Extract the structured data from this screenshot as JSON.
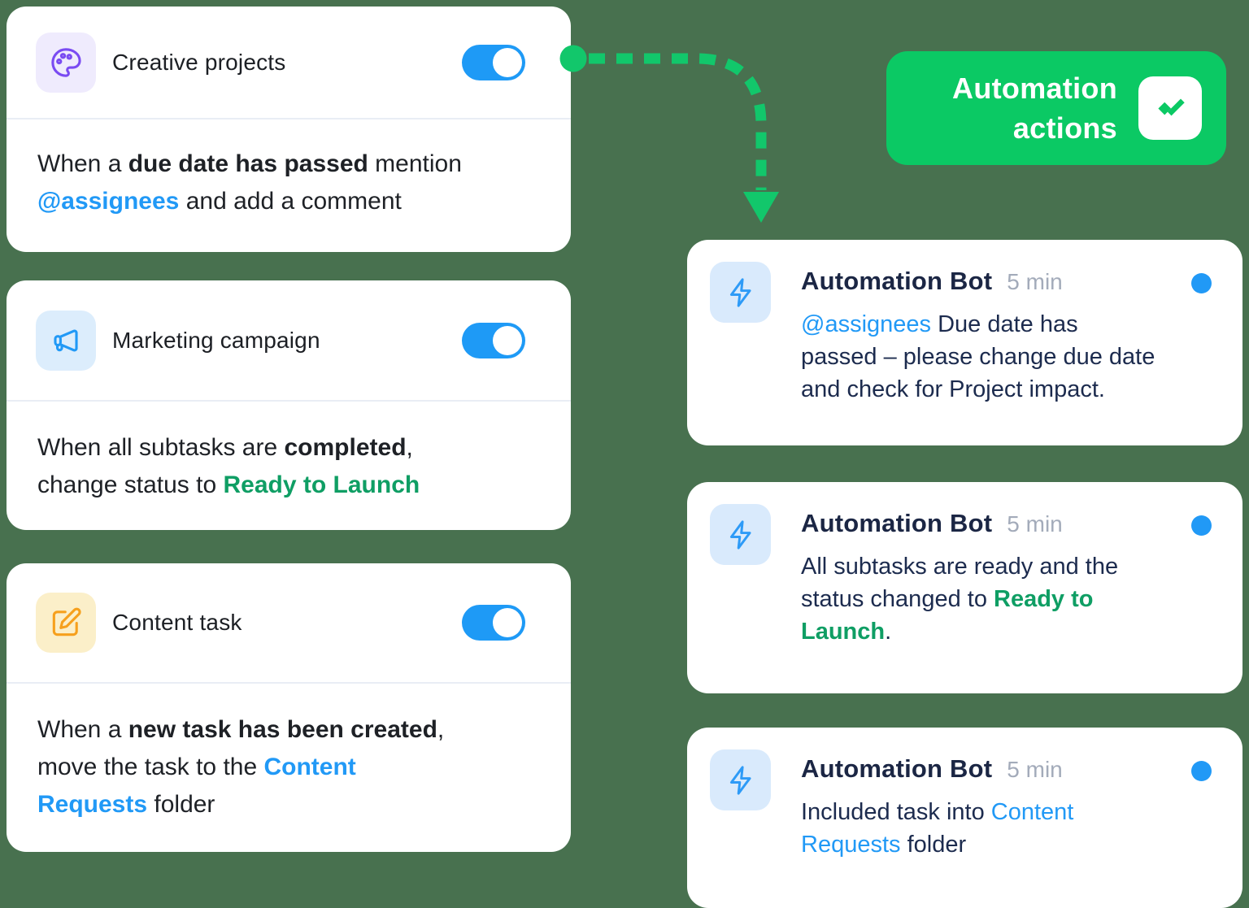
{
  "canvas": {
    "background": "#48714F"
  },
  "colors": {
    "accent_blue": "#2199F6",
    "accent_green_text": "#0F9E64",
    "button_green": "#0BC964",
    "arrow_green": "#12C76B",
    "navy_text": "#1C2B4E",
    "time_gray": "#A3ABBA"
  },
  "rules": [
    {
      "title": "Creative projects",
      "icon": "palette-icon",
      "toggle_on": true,
      "body": [
        {
          "t": "When a "
        },
        {
          "t": "due date has passed",
          "c": "b"
        },
        {
          "t": " mention"
        },
        {
          "c": "br"
        },
        {
          "t": "@assignees",
          "c": "blue-b"
        },
        {
          "t": " and add a comment"
        }
      ]
    },
    {
      "title": "Marketing campaign",
      "icon": "megaphone-icon",
      "toggle_on": true,
      "body": [
        {
          "t": "When all subtasks are "
        },
        {
          "t": "completed",
          "c": "b"
        },
        {
          "t": ","
        },
        {
          "c": "br"
        },
        {
          "t": "change status to "
        },
        {
          "t": "Ready to Launch",
          "c": "green-b"
        }
      ]
    },
    {
      "title": "Content task",
      "icon": "pencil-square-icon",
      "toggle_on": true,
      "body": [
        {
          "t": "When a "
        },
        {
          "t": "new task has been created",
          "c": "b"
        },
        {
          "t": ","
        },
        {
          "c": "br"
        },
        {
          "t": "move the task to the "
        },
        {
          "t": "Content",
          "c": "blue-b"
        },
        {
          "c": "br"
        },
        {
          "t": "Requests",
          "c": "blue-b"
        },
        {
          "t": " folder"
        }
      ]
    }
  ],
  "actions_button": {
    "line1": "Automation",
    "line2": "actions",
    "icon": "wrike-check-icon"
  },
  "notifications": [
    {
      "name": "Automation Bot",
      "time": "5 min",
      "unread": true,
      "icon": "lightning-bolt-icon",
      "body": [
        {
          "t": "@assignees",
          "c": "blue"
        },
        {
          "t": " Due date has"
        },
        {
          "c": "br"
        },
        {
          "t": "passed – please change due date"
        },
        {
          "c": "br"
        },
        {
          "t": "and check for Project impact."
        }
      ]
    },
    {
      "name": "Automation Bot",
      "time": "5 min",
      "unread": true,
      "icon": "lightning-bolt-icon",
      "body": [
        {
          "t": "All subtasks are ready and the"
        },
        {
          "c": "br"
        },
        {
          "t": "status changed to "
        },
        {
          "t": "Ready to",
          "c": "green-b"
        },
        {
          "c": "br"
        },
        {
          "t": "Launch",
          "c": "green-b"
        },
        {
          "t": "."
        }
      ]
    },
    {
      "name": "Automation Bot",
      "time": "5 min",
      "unread": true,
      "icon": "lightning-bolt-icon",
      "body": [
        {
          "t": "Included task into "
        },
        {
          "t": "Content",
          "c": "blue"
        },
        {
          "c": "br"
        },
        {
          "t": "Requests",
          "c": "blue"
        },
        {
          "t": " folder"
        }
      ]
    }
  ]
}
